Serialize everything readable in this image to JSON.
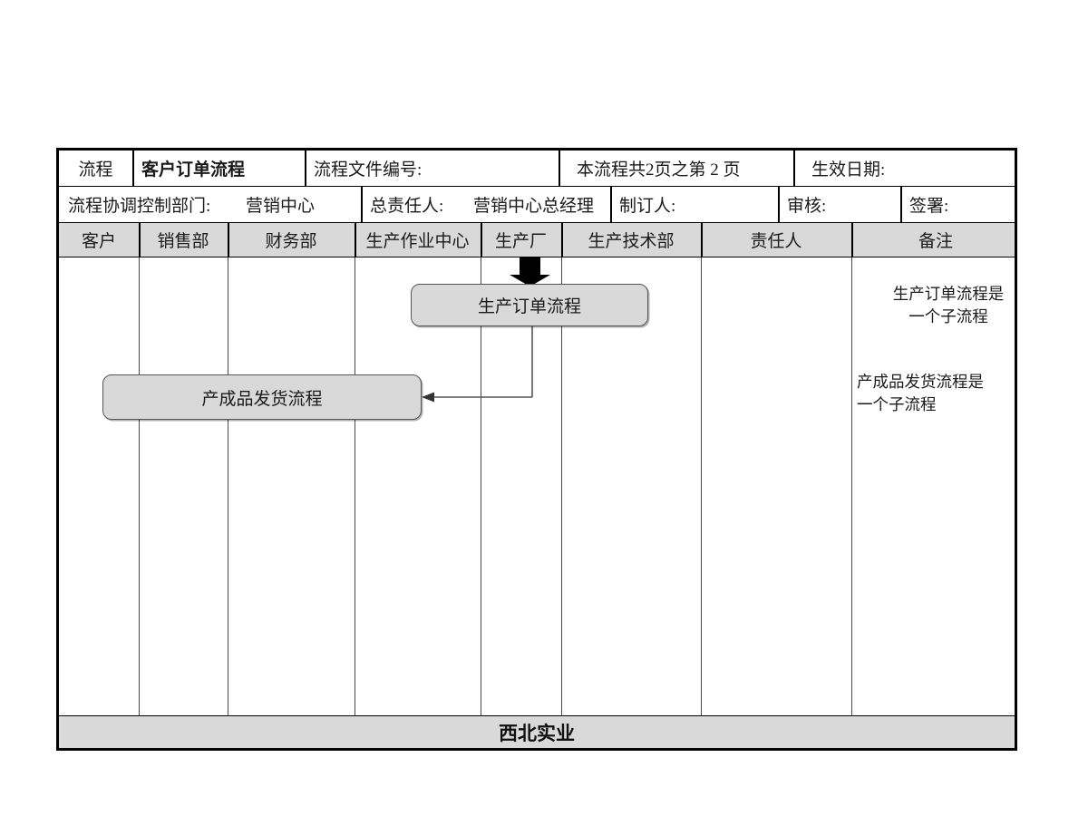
{
  "document": {
    "company_footer": "西北实业"
  },
  "header_row1": {
    "label_process": "流程",
    "process_name": "客户订单流程",
    "label_doc_no": "流程文件编号:",
    "doc_no_value": "",
    "page_info": "本流程共2页之第 2 页",
    "label_effective_date": "生效日期:",
    "effective_date_value": ""
  },
  "header_row2": {
    "label_control_dept": "流程协调控制部门:",
    "control_dept_value": "营销中心",
    "label_owner": "总责任人:",
    "owner_value": "营销中心总经理",
    "label_author": "制订人:",
    "author_value": "",
    "label_reviewer": "审核:",
    "reviewer_value": "",
    "label_signature": "签署:",
    "signature_value": ""
  },
  "columns": [
    {
      "label": "客户"
    },
    {
      "label": "销售部"
    },
    {
      "label": "财务部"
    },
    {
      "label": "生产作业中心"
    },
    {
      "label": "生产厂"
    },
    {
      "label": "生产技术部"
    },
    {
      "label": "责任人"
    },
    {
      "label": "备注"
    }
  ],
  "flow": {
    "nodes": [
      {
        "id": "production-order-process",
        "label": "生产订单流程",
        "lane": "生产作业中心 / 生产厂 / 生产技术部"
      },
      {
        "id": "finished-goods-shipping-process",
        "label": "产成品发货流程",
        "lane": "客户 / 销售部 / 财务部 / 生产作业中心"
      }
    ],
    "entry_arrow": {
      "name": "inbound-arrow",
      "direction": "down",
      "lane": "生产厂"
    },
    "connector": {
      "from": "production-order-process",
      "to": "finished-goods-shipping-process",
      "direction": "left"
    }
  },
  "remarks": [
    {
      "text": "生产订单流程是\n一个子流程"
    },
    {
      "text": "产成品发货流程是\n一个子流程"
    }
  ],
  "colors": {
    "node_fill": "#d9d9d9",
    "node_stroke": "#555555",
    "header_fill": "#d9d9d9",
    "frame": "#000000",
    "grid": "#4a4a4a"
  }
}
